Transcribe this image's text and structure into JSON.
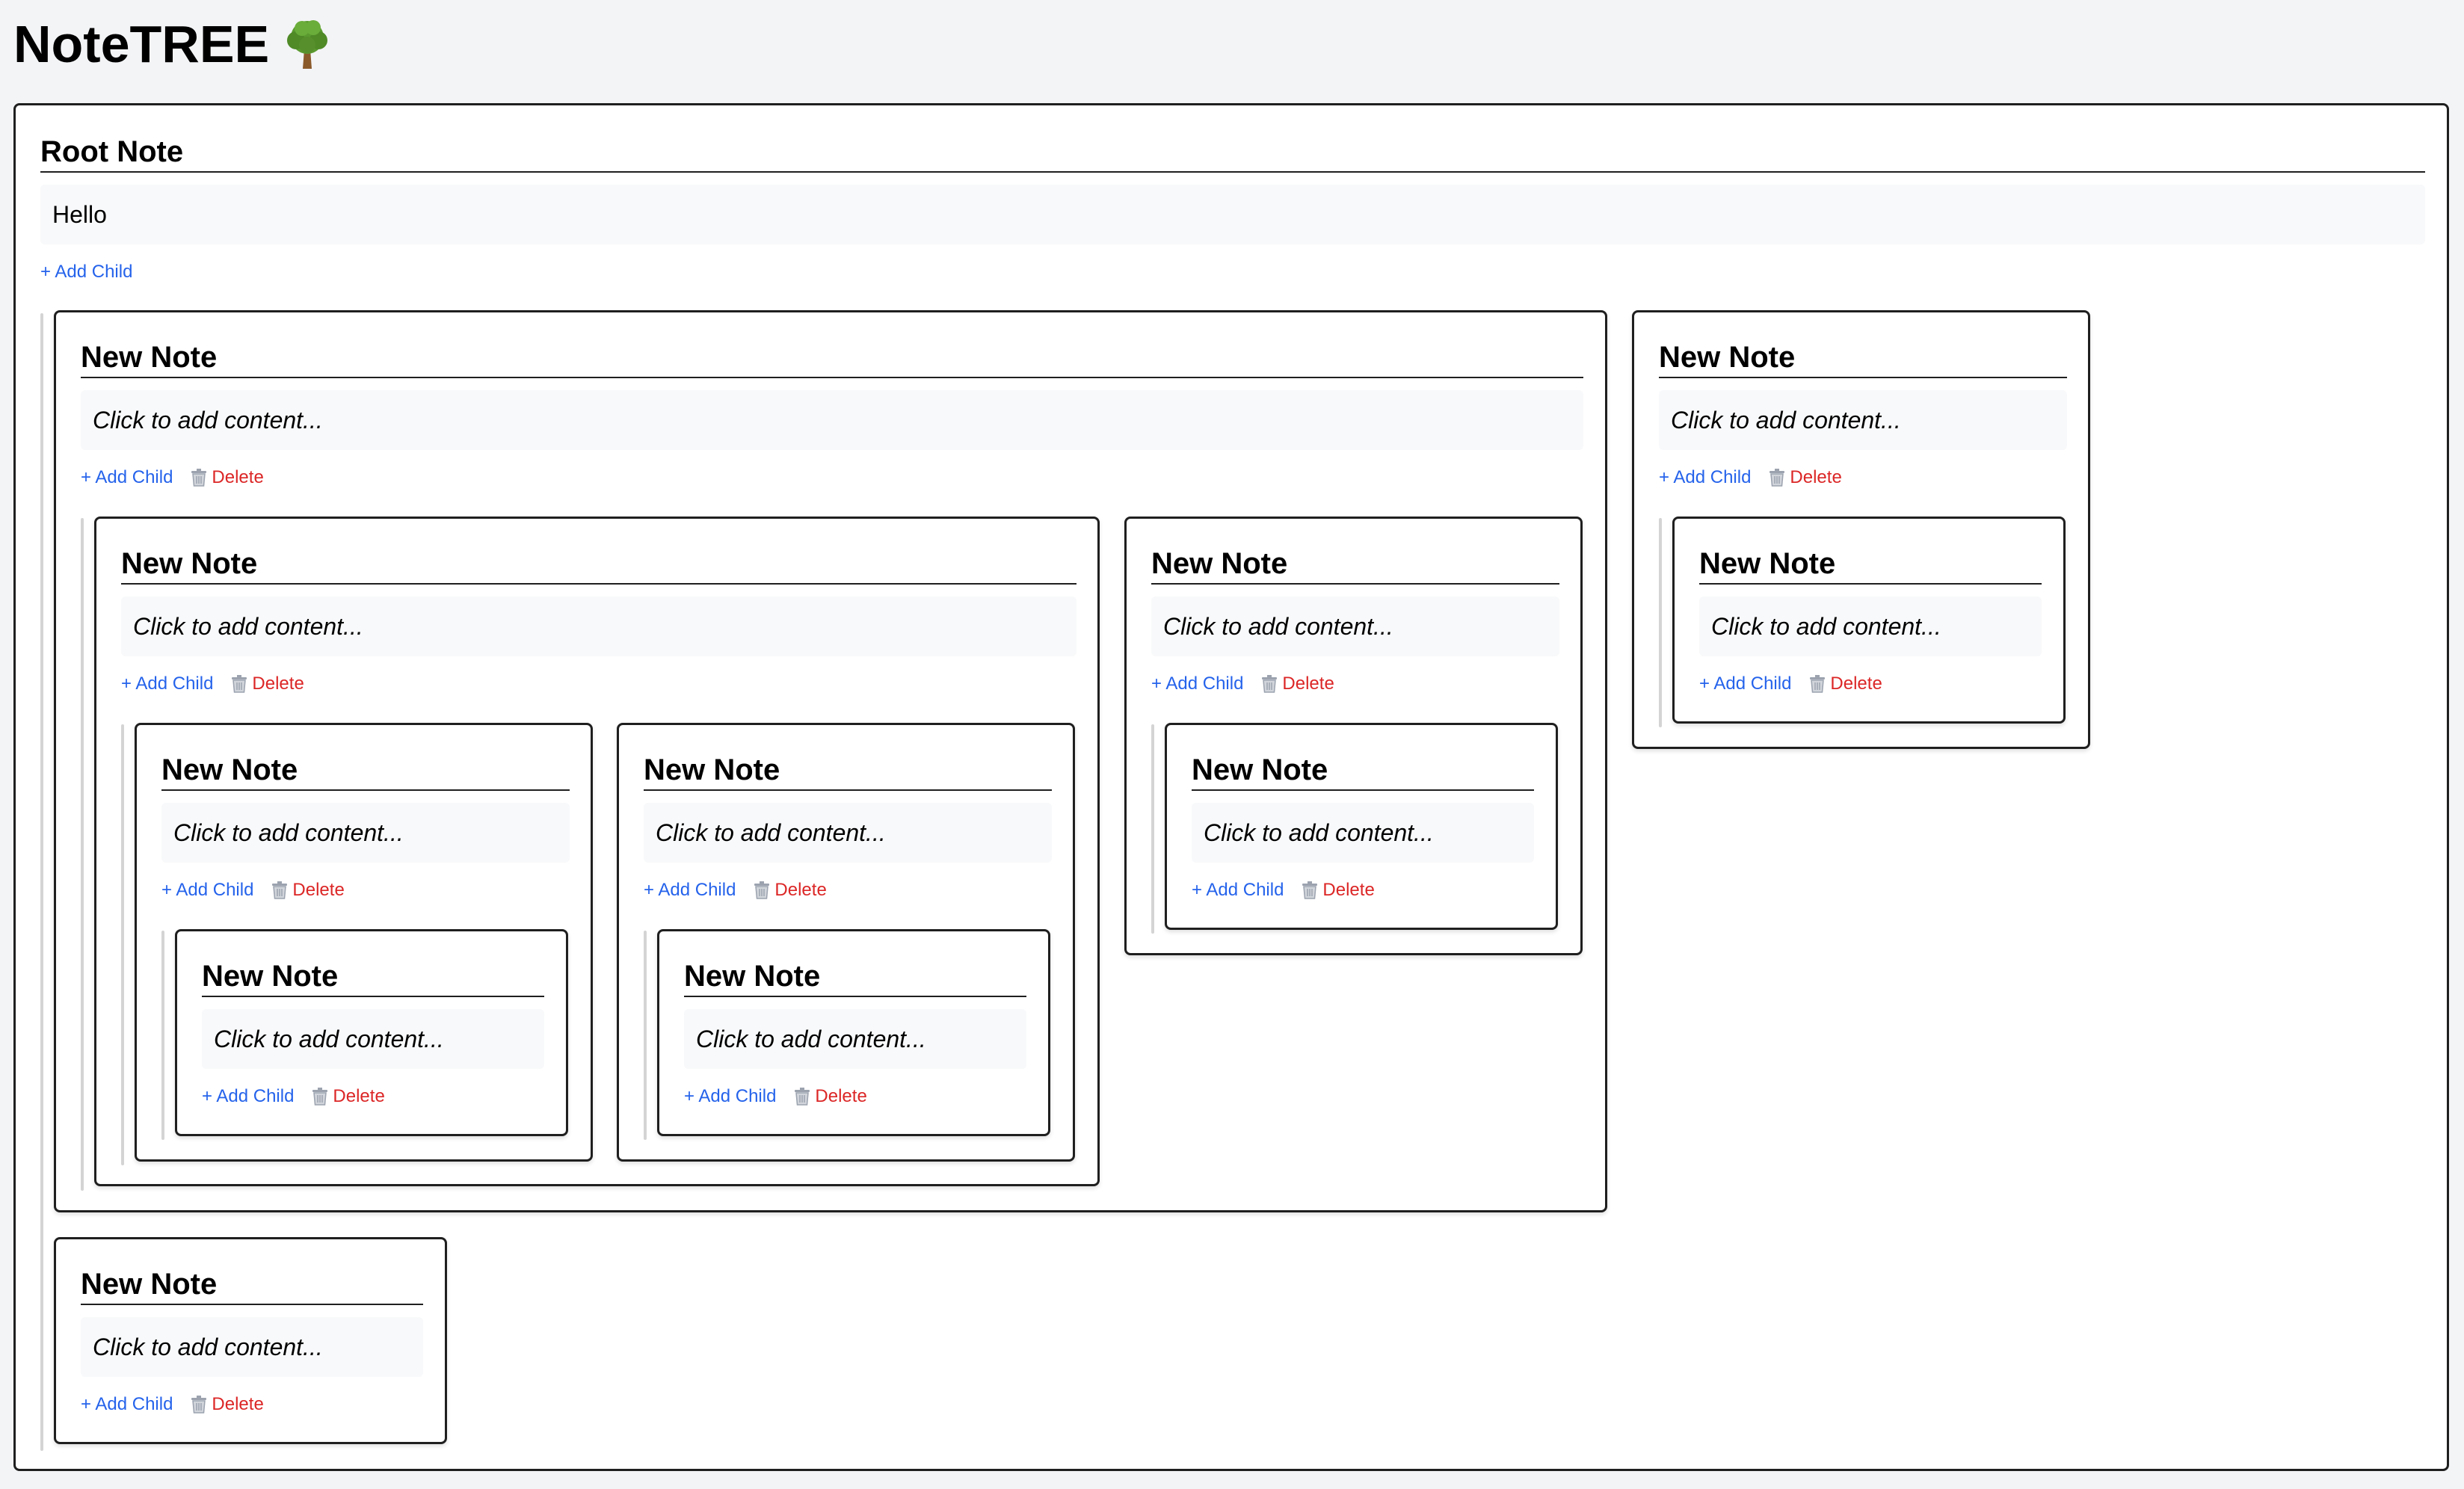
{
  "app": {
    "title": "NoteTREE"
  },
  "labels": {
    "add_child": "+ Add Child",
    "delete": "Delete",
    "placeholder": "Click to add content..."
  },
  "icons": {
    "title": "tree-icon",
    "delete": "trash-icon"
  },
  "colors": {
    "background": "#f3f4f6",
    "add_child": "#2563eb",
    "delete": "#dc2626",
    "border": "#1f1f1f",
    "content_bg": "#f8f9fa"
  },
  "notes": {
    "root": {
      "title": "Root Note",
      "content": "Hello"
    },
    "n1": {
      "title": "New Note"
    },
    "n1a": {
      "title": "New Note"
    },
    "n1a1": {
      "title": "New Note"
    },
    "n1a1a": {
      "title": "New Note"
    },
    "n1a2": {
      "title": "New Note"
    },
    "n1a2a": {
      "title": "New Note"
    },
    "n1b": {
      "title": "New Note"
    },
    "n1b1": {
      "title": "New Note"
    },
    "n2": {
      "title": "New Note"
    },
    "n2a": {
      "title": "New Note"
    },
    "n3": {
      "title": "New Note"
    }
  }
}
